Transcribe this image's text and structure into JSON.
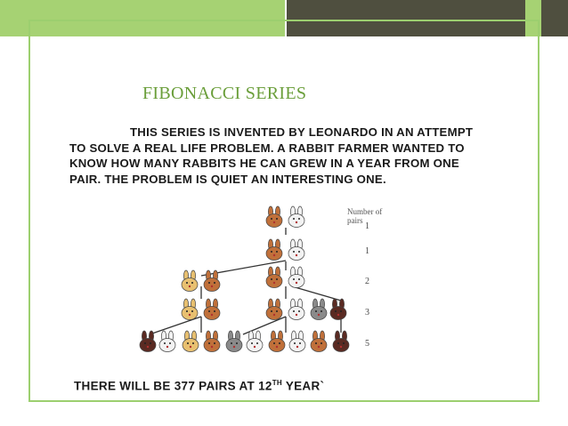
{
  "slide": {
    "title": "FIBONACCI SERIES",
    "body": "THIS SERIES IS INVENTED BY LEONARDO IN AN ATTEMPT TO SOLVE A REAL LIFE PROBLEM. A RABBIT FARMER WANTED TO KNOW HOW MANY RABBITS HE CAN GREW IN A YEAR FROM ONE PAIR. THE PROBLEM IS QUIET AN INTERESTING ONE.",
    "footer_main": "THERE WILL BE 377 PAIRS AT 12",
    "footer_sup": "TH",
    "footer_end": " YEAR`"
  },
  "diagram": {
    "column_label": "Number of pairs",
    "pair_counts": [
      "1",
      "1",
      "2",
      "3",
      "5"
    ]
  },
  "colors": {
    "green": "#a6d273",
    "dark_bar": "#4f4f3f",
    "title_green": "#6a9e3a",
    "brown_rabbit": "#c0703a",
    "white_rabbit": "#f2f2f2",
    "tan_rabbit": "#e8c070",
    "grey_rabbit": "#8a8a8a",
    "dark_rabbit": "#5a2a22"
  }
}
